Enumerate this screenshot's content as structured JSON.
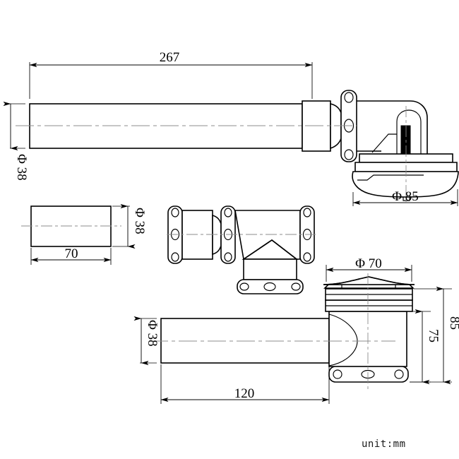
{
  "drawing": {
    "title": "Shower waste trap technical drawing",
    "unit_note": "unit:mm",
    "background_color": "#ffffff",
    "line_color": "#000000",
    "centerline_color": "#8c8c8c"
  },
  "views": {
    "top_assembly": {
      "name": "Long extension pipe with trap body and cover",
      "dimensions": {
        "length_label": "267",
        "diameter_label": "Φ 38",
        "cover_diameter_label": "Φ 85"
      }
    },
    "short_pipe": {
      "name": "Short pipe section",
      "dimensions": {
        "length_label": "70",
        "diameter_label": "Φ 38"
      }
    },
    "tee_piece": {
      "name": "Tee connector with flanges",
      "dimensions": {}
    },
    "bottom_assembly": {
      "name": "Elbow trap with pop-up cover",
      "dimensions": {
        "length_label": "120",
        "diameter_label": "Φ 38",
        "cap_diameter_label": "Φ 70",
        "overall_height_label": "85",
        "body_height_label": "75"
      }
    }
  },
  "labels": {
    "d267": "267",
    "d38_top": "Φ 38",
    "d85": "Φ 85",
    "d70_len": "70",
    "d38_short": "Φ 38",
    "d70_cap": "Φ 70",
    "d38_bottom": "Φ 38",
    "d120": "120",
    "d85_height": "85",
    "d75_height": "75",
    "unit": "unit:mm"
  }
}
